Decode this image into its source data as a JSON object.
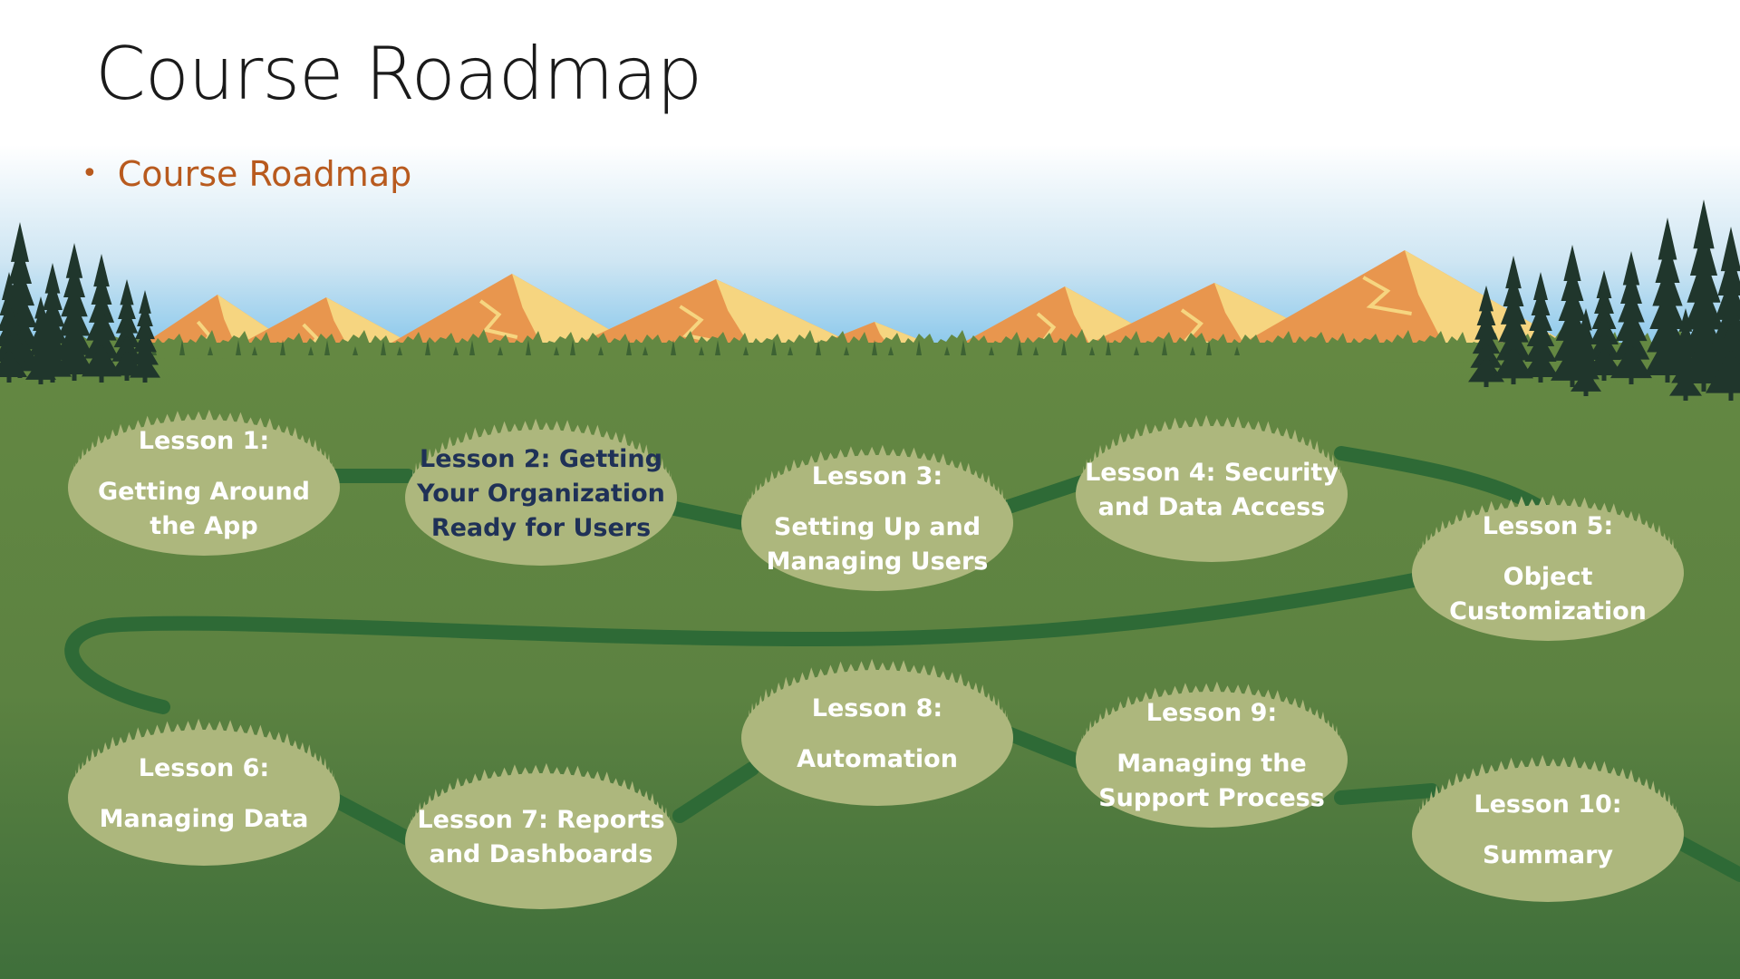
{
  "slide": {
    "title": "Course Roadmap",
    "bullet": "Course Roadmap"
  },
  "colors": {
    "title_text": "#1a1a1a",
    "bullet_text": "#b85a1e",
    "sky": "#7fc3ea",
    "mountain_orange": "#e8964e",
    "mountain_yellow": "#f6d580",
    "field": "#5f8440",
    "field_dark": "#42703c",
    "path": "#2e6a36",
    "lesson_blob": "#adb77d",
    "lesson_text": "#ffffff",
    "highlight_text": "#1f3157",
    "tree": "#20362c"
  },
  "lessons": [
    {
      "number": "Lesson 1:",
      "lines": [
        "Getting Around",
        "the App"
      ]
    },
    {
      "number": "Lesson 2: Getting",
      "lines": [
        "Your Organization",
        "Ready for Users"
      ],
      "highlighted": true
    },
    {
      "number": "Lesson 3:",
      "lines": [
        "Setting Up and",
        "Managing Users"
      ]
    },
    {
      "number": "Lesson 4: Security",
      "lines": [
        "and Data Access"
      ]
    },
    {
      "number": "Lesson 5:",
      "lines": [
        "Object",
        "Customization"
      ]
    },
    {
      "number": "Lesson 6:",
      "lines": [
        "Managing Data"
      ]
    },
    {
      "number": "Lesson 7: Reports",
      "lines": [
        "and Dashboards"
      ]
    },
    {
      "number": "Lesson 8:",
      "lines": [
        "Automation"
      ]
    },
    {
      "number": "Lesson 9:",
      "lines": [
        "Managing the",
        "Support Process"
      ]
    },
    {
      "number": "Lesson 10:",
      "lines": [
        "Summary"
      ]
    }
  ]
}
